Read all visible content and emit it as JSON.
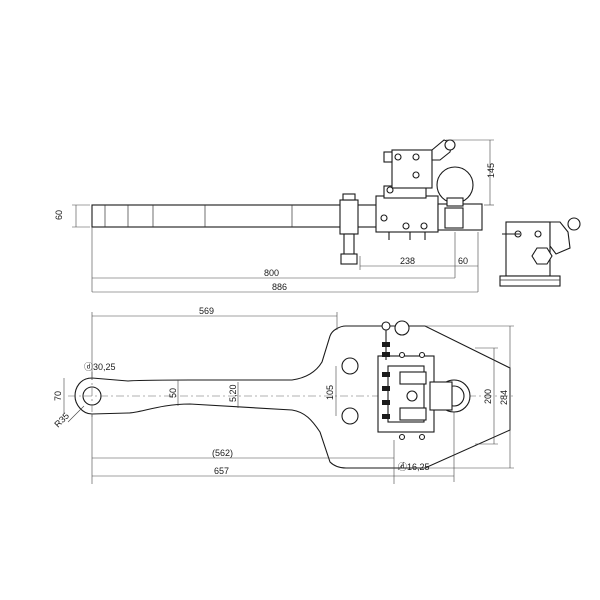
{
  "dimensions": {
    "side_height": "60",
    "length_800": "800",
    "length_886": "886",
    "seg_238": "238",
    "seg_60": "60",
    "height_145": "145",
    "length_569": "569",
    "dia_hole": "30,25",
    "width_70": "70",
    "radius": "R35",
    "width_50": "50",
    "width_520": "5,20",
    "spacing_105": "105",
    "height_200": "200",
    "height_284": "284",
    "length_562": "(562)",
    "length_657": "657",
    "dia_small": "16,25"
  },
  "colors": {
    "line": "#1a1a1a",
    "background": "#ffffff"
  }
}
